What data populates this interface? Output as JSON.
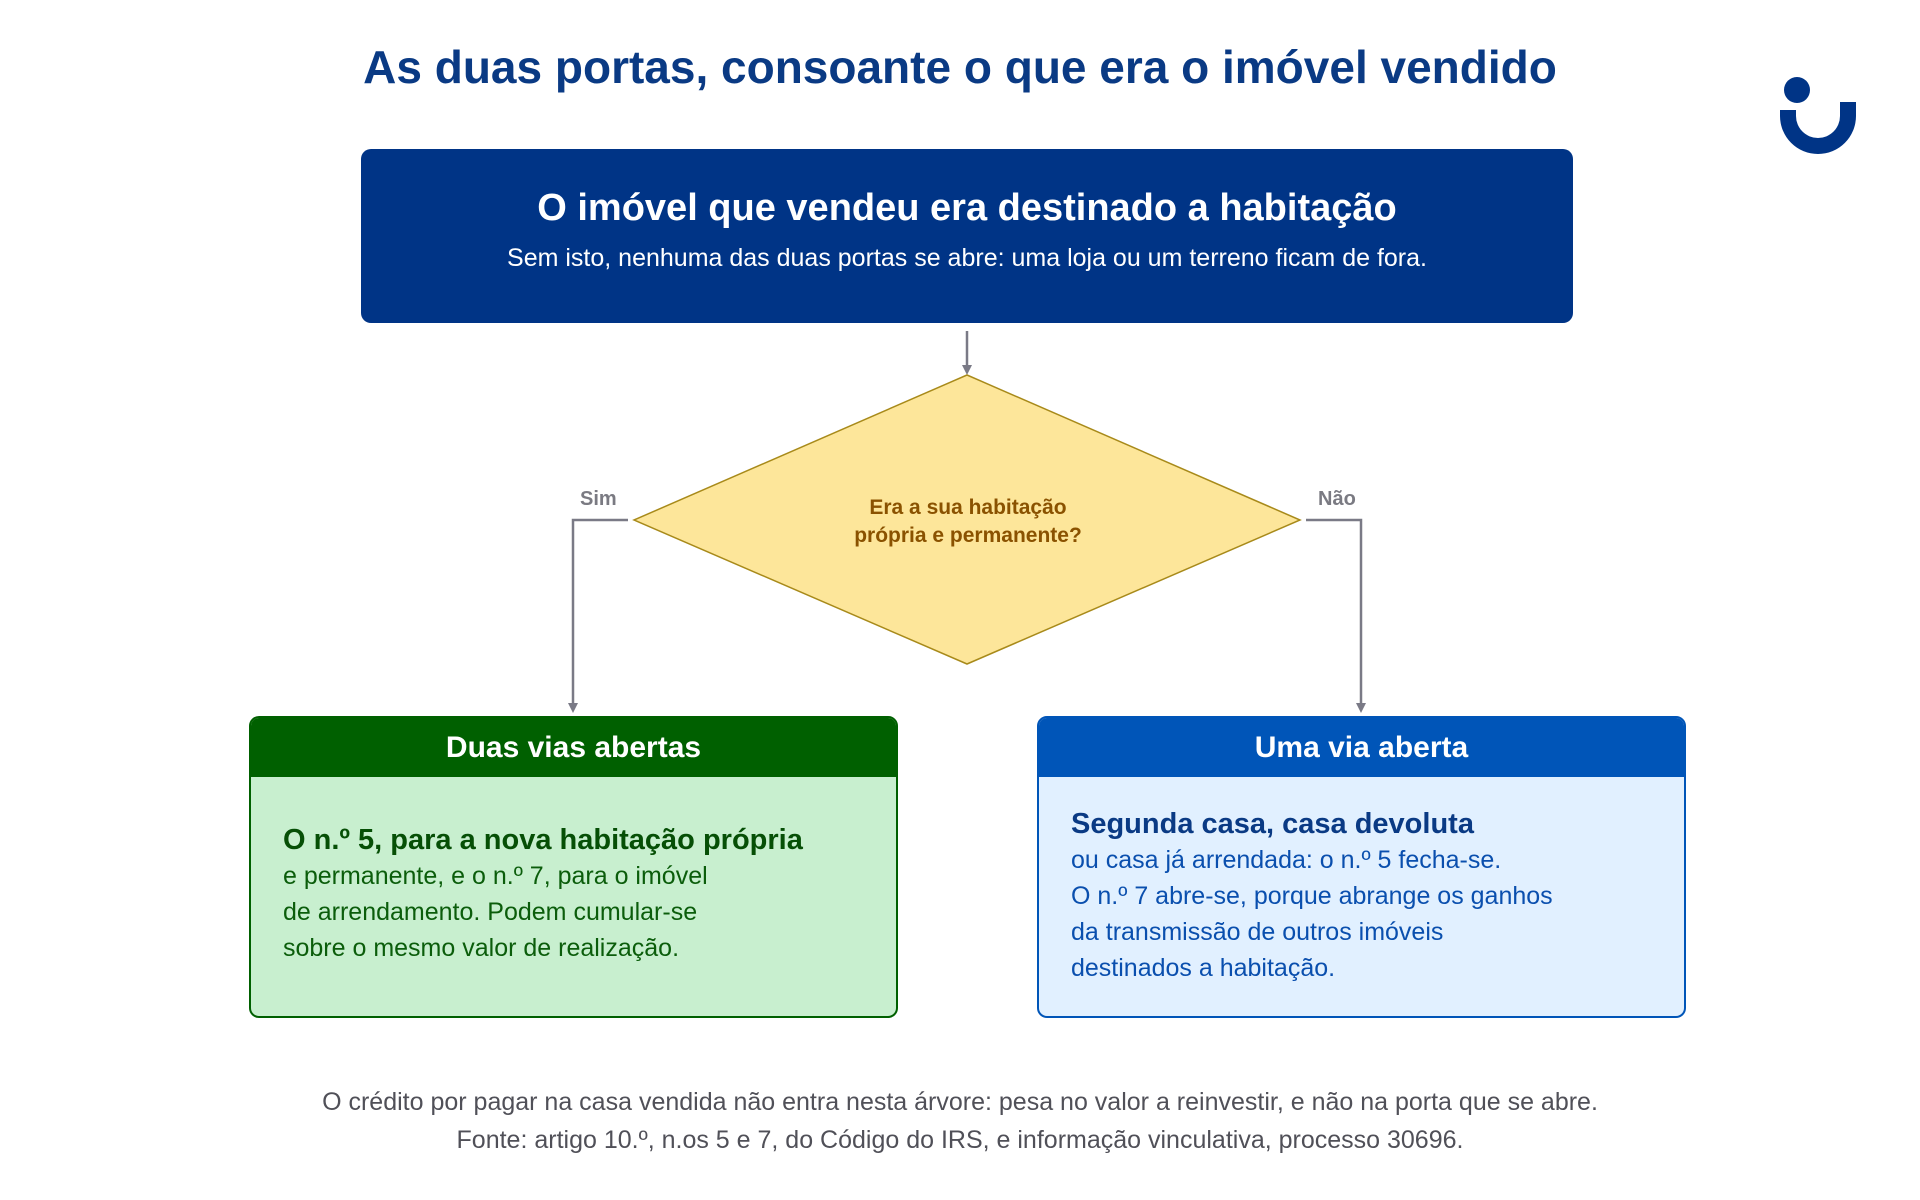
{
  "title": "As duas portas, consoante o que era o imóvel vendido",
  "logo": {
    "icon": "brand-logo-icon",
    "color": "#003486"
  },
  "top_box": {
    "title": "O imóvel que vendeu era destinado a habitação",
    "subtitle": "Sem isto, nenhuma das duas portas se abre: uma loja ou um terreno ficam de fora.",
    "color": "#003486"
  },
  "decision": {
    "lines": [
      "Era a sua habitação",
      "própria e permanente?"
    ],
    "fill": "#fde69a",
    "stroke": "#a88a1a",
    "yes_label": "Sim",
    "no_label": "Não"
  },
  "left_card": {
    "header": "Duas vias abertas",
    "lead": "O n.º 5, para a nova habitação própria",
    "lines": [
      "e permanente, e o n.º 7, para o imóvel",
      "de arrendamento. Podem cumular-se",
      "sobre o mesmo valor de realização."
    ],
    "header_color": "#006000",
    "fill": "#c8efcf"
  },
  "right_card": {
    "header": "Uma via aberta",
    "lead": "Segunda casa, casa devoluta",
    "lines": [
      "ou casa já arrendada: o n.º 5 fecha-se.",
      "O n.º 7 abre-se, porque abrange os ganhos",
      "da transmissão de outros imóveis",
      "destinados a habitação."
    ],
    "header_color": "#0055b8",
    "fill": "#e1f0ff"
  },
  "footer": {
    "note": "O crédito por pagar na casa vendida não entra nesta árvore: pesa no valor a reinvestir, e não na porta que se abre.",
    "source": "Fonte: artigo 10.º, n.os 5 e 7, do Código do IRS, e informação vinculativa, processo 30696."
  },
  "connector_color": "#7a7a86"
}
